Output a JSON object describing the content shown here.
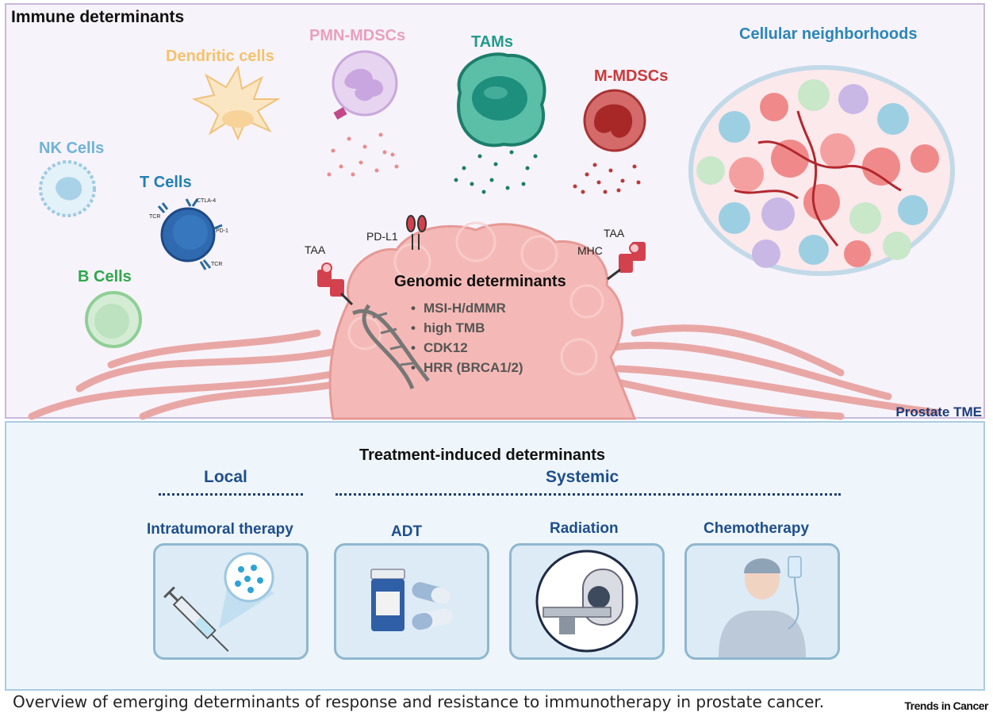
{
  "immune": {
    "title": "Immune determinants",
    "cells": {
      "dendritic": "Dendritic cells",
      "pmn_mdsc": "PMN-MDSCs",
      "tams": "TAMs",
      "m_mdsc": "M-MDSCs",
      "neighborhoods": "Cellular neighborhoods",
      "nk": "NK Cells",
      "t": "T Cells",
      "b": "B Cells"
    },
    "t_cell_markers": {
      "ctla4": "CTLA-4",
      "pd1": "PD-1",
      "tcr_left": "TCR",
      "tcr_bottom": "TCR"
    },
    "tumor_markers": {
      "taa_left": "TAA",
      "pdl1": "PD-L1",
      "taa_right": "TAA",
      "mhc": "MHC"
    },
    "colors": {
      "dendritic": "#f5c26b",
      "pmn_mdsc": "#e8a0c0",
      "tams": "#1f9c8a",
      "m_mdsc": "#c93a3a",
      "neighborhoods": "#2a86b8",
      "nk": "#6fb3d6",
      "t": "#1f7fb5",
      "b": "#2ea84a"
    }
  },
  "genomic": {
    "title": "Genomic determinants",
    "items": [
      "MSI-H/dMMR",
      "high TMB",
      "CDK12",
      "HRR (BRCA1/2)"
    ]
  },
  "prostate_label": "Prostate TME",
  "treatment": {
    "title": "Treatment-induced determinants",
    "local_label": "Local",
    "systemic_label": "Systemic",
    "categories": [
      {
        "label": "Intratumoral therapy",
        "icon": "syringe-icon"
      },
      {
        "label": "ADT",
        "icon": "pills-icon"
      },
      {
        "label": "Radiation",
        "icon": "ct-scanner-icon"
      },
      {
        "label": "Chemotherapy",
        "icon": "iv-patient-icon"
      }
    ]
  },
  "caption": "Overview of emerging determinants of response and resistance to immunotherapy in prostate cancer.",
  "journal": "Trends in Cancer"
}
